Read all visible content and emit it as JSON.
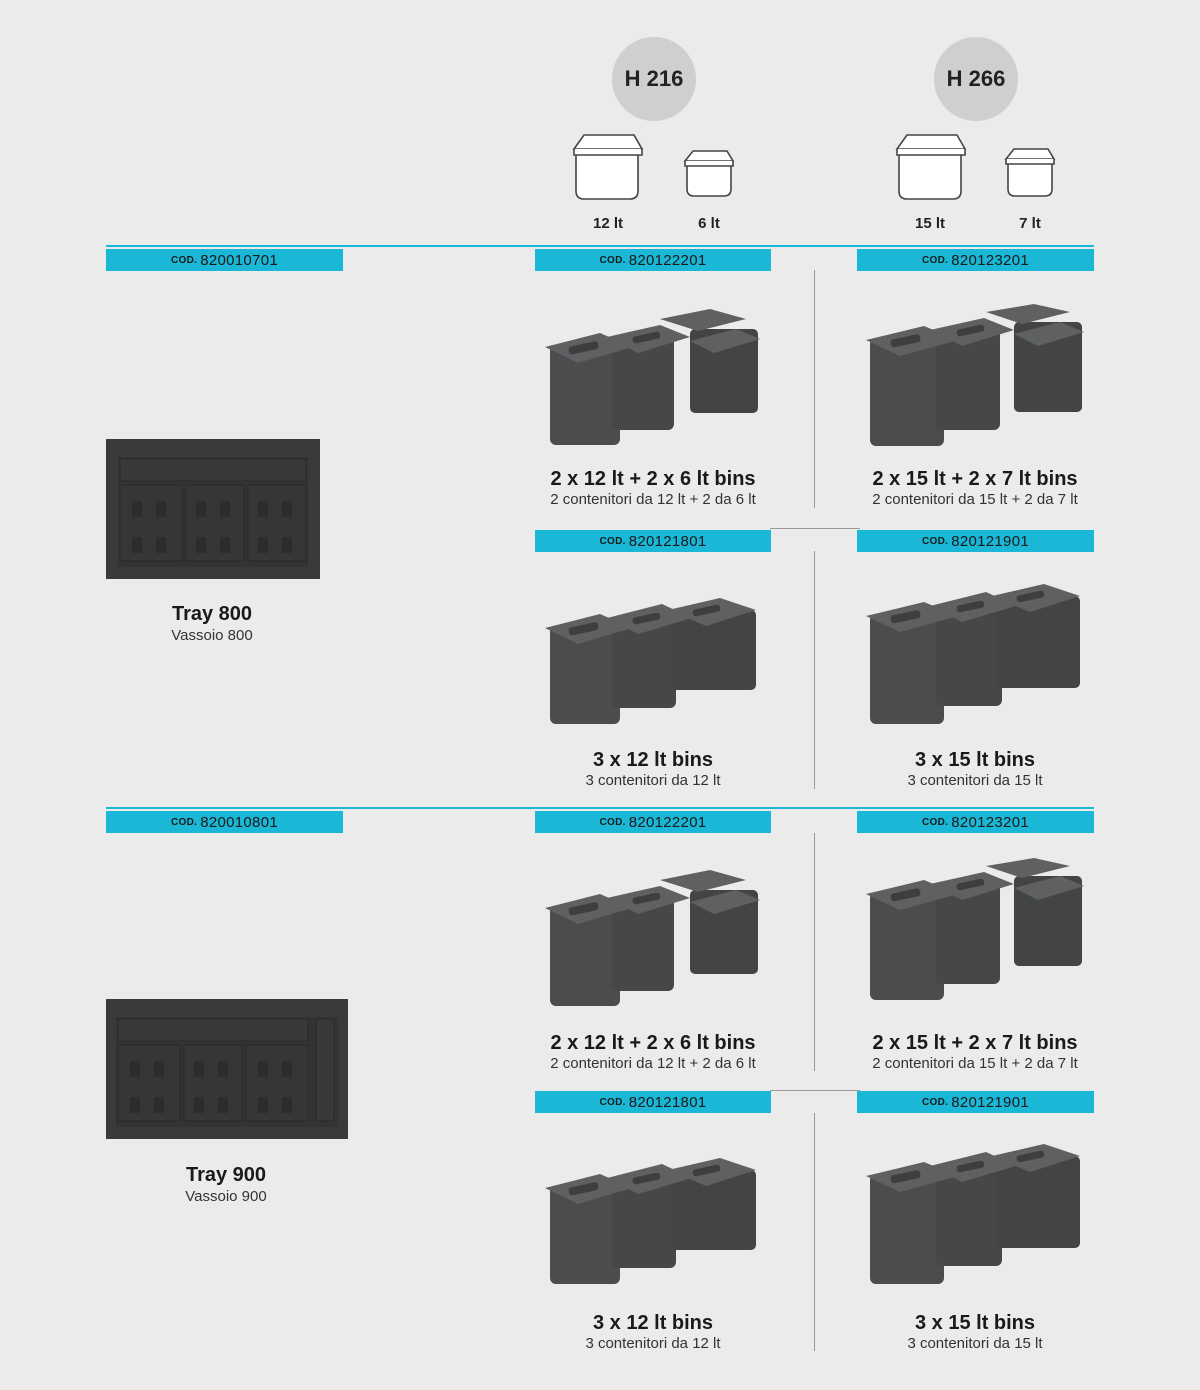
{
  "header": {
    "heights": [
      {
        "label": "H 216",
        "volumes": [
          "12 lt",
          "6 lt"
        ]
      },
      {
        "label": "H 266",
        "volumes": [
          "15 lt",
          "7 lt"
        ]
      }
    ]
  },
  "code_prefix": "COD.",
  "trays": [
    {
      "code": "820010701",
      "title": "Tray 800",
      "subtitle": "Vassoio 800"
    },
    {
      "code": "820010801",
      "title": "Tray 900",
      "subtitle": "Vassoio 900"
    }
  ],
  "kits": [
    {
      "code": "820122201",
      "title": "2 x 12 lt + 2 x 6 lt bins",
      "subtitle": "2 contenitori da 12 lt + 2 da 6 lt"
    },
    {
      "code": "820123201",
      "title": "2 x 15 lt + 2 x 7 lt bins",
      "subtitle": "2 contenitori da 15 lt + 2 da 7 lt"
    },
    {
      "code": "820121801",
      "title": "3 x 12 lt bins",
      "subtitle": "3 contenitori da 12 lt"
    },
    {
      "code": "820121901",
      "title": "3 x 15 lt bins",
      "subtitle": "3 contenitori da 15 lt"
    },
    {
      "code": "820122201",
      "title": "2 x 12 lt + 2 x 6 lt bins",
      "subtitle": "2 contenitori da 12 lt + 2 da 6 lt"
    },
    {
      "code": "820123201",
      "title": "2 x 15 lt + 2 x 7 lt bins",
      "subtitle": "2 contenitori da 15 lt + 2 da 7 lt"
    },
    {
      "code": "820121801",
      "title": "3 x 12 lt bins",
      "subtitle": "3 contenitori da 12 lt"
    },
    {
      "code": "820121901",
      "title": "3 x 15 lt bins",
      "subtitle": "3 contenitori da 15 lt"
    }
  ],
  "colors": {
    "accent": "#1ab7d6",
    "bin": "#4a4c4e",
    "bin_lid": "#5c5e60",
    "tray": "#3c3c3c",
    "background": "#ebebeb"
  }
}
